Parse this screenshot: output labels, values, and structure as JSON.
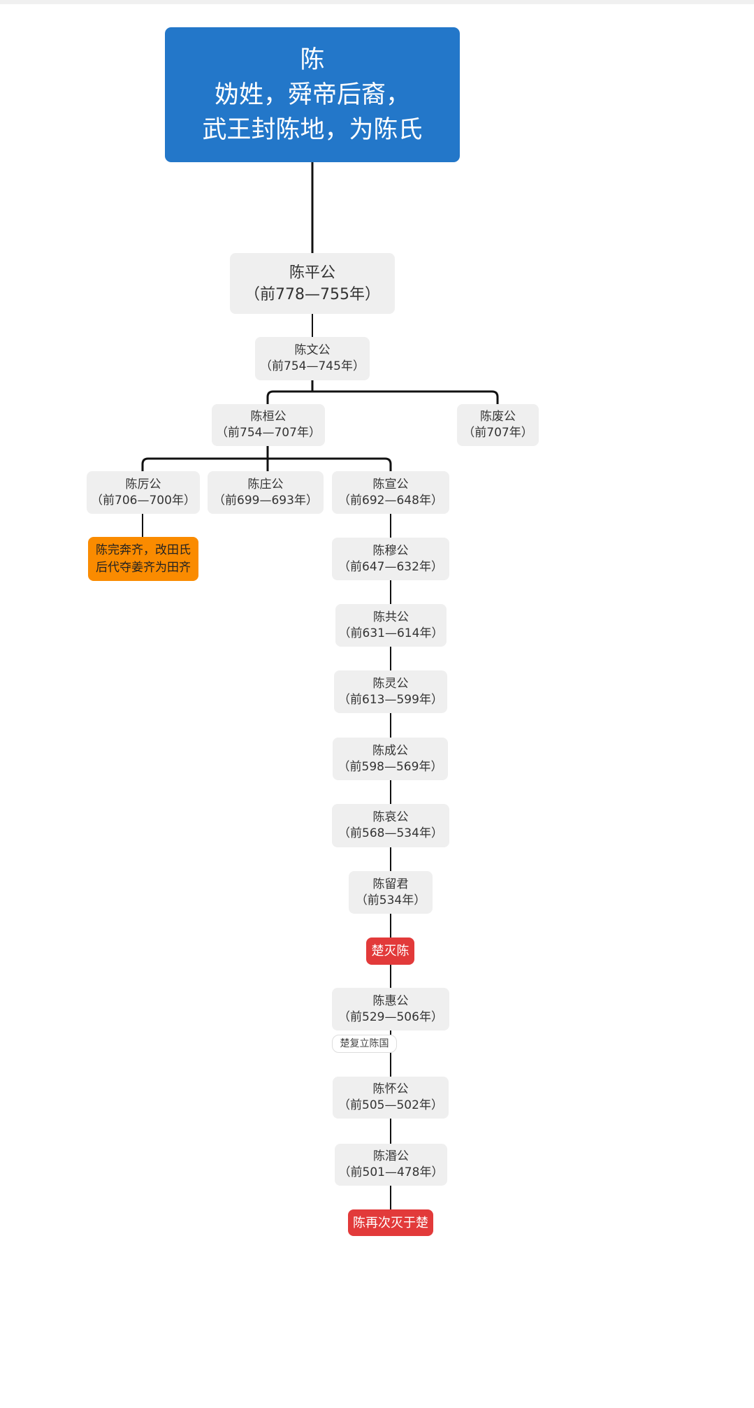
{
  "root": {
    "lines": [
      "陈",
      "妫姓，舜帝后裔，",
      "武王封陈地，为陈氏"
    ]
  },
  "nodes": {
    "ping": {
      "name": "陈平公",
      "years": "（前778—755年）"
    },
    "wen": {
      "name": "陈文公",
      "years": "（前754—745年）"
    },
    "huan": {
      "name": "陈桓公",
      "years": "（前754—707年）"
    },
    "fei": {
      "name": "陈废公",
      "years": "（前707年）"
    },
    "li": {
      "name": "陈厉公",
      "years": "（前706—700年）"
    },
    "zhuang": {
      "name": "陈庄公",
      "years": "（前699—693年）"
    },
    "xuan": {
      "name": "陈宣公",
      "years": "（前692—648年）"
    },
    "mu": {
      "name": "陈穆公",
      "years": "（前647—632年）"
    },
    "gong": {
      "name": "陈共公",
      "years": "（前631—614年）"
    },
    "ling": {
      "name": "陈灵公",
      "years": "（前613—599年）"
    },
    "cheng": {
      "name": "陈成公",
      "years": "（前598—569年）"
    },
    "ai": {
      "name": "陈哀公",
      "years": "（前568—534年）"
    },
    "liu": {
      "name": "陈留君",
      "years": "（前534年）"
    },
    "hui": {
      "name": "陈惠公",
      "years": "（前529—506年）"
    },
    "huai": {
      "name": "陈怀公",
      "years": "（前505—502年）"
    },
    "min": {
      "name": "陈湣公",
      "years": "（前501—478年）"
    }
  },
  "notes": {
    "tian": [
      "陈完奔齐，改田氏",
      "后代夺姜齐为田齐"
    ],
    "chu_destroy": "楚灭陈",
    "chu_restore": "楚复立陈国",
    "final": "陈再次灭于楚"
  },
  "colors": {
    "root": "#2377c9",
    "node": "#efefef",
    "orange": "#fa8b00",
    "red": "#e23a3a"
  }
}
